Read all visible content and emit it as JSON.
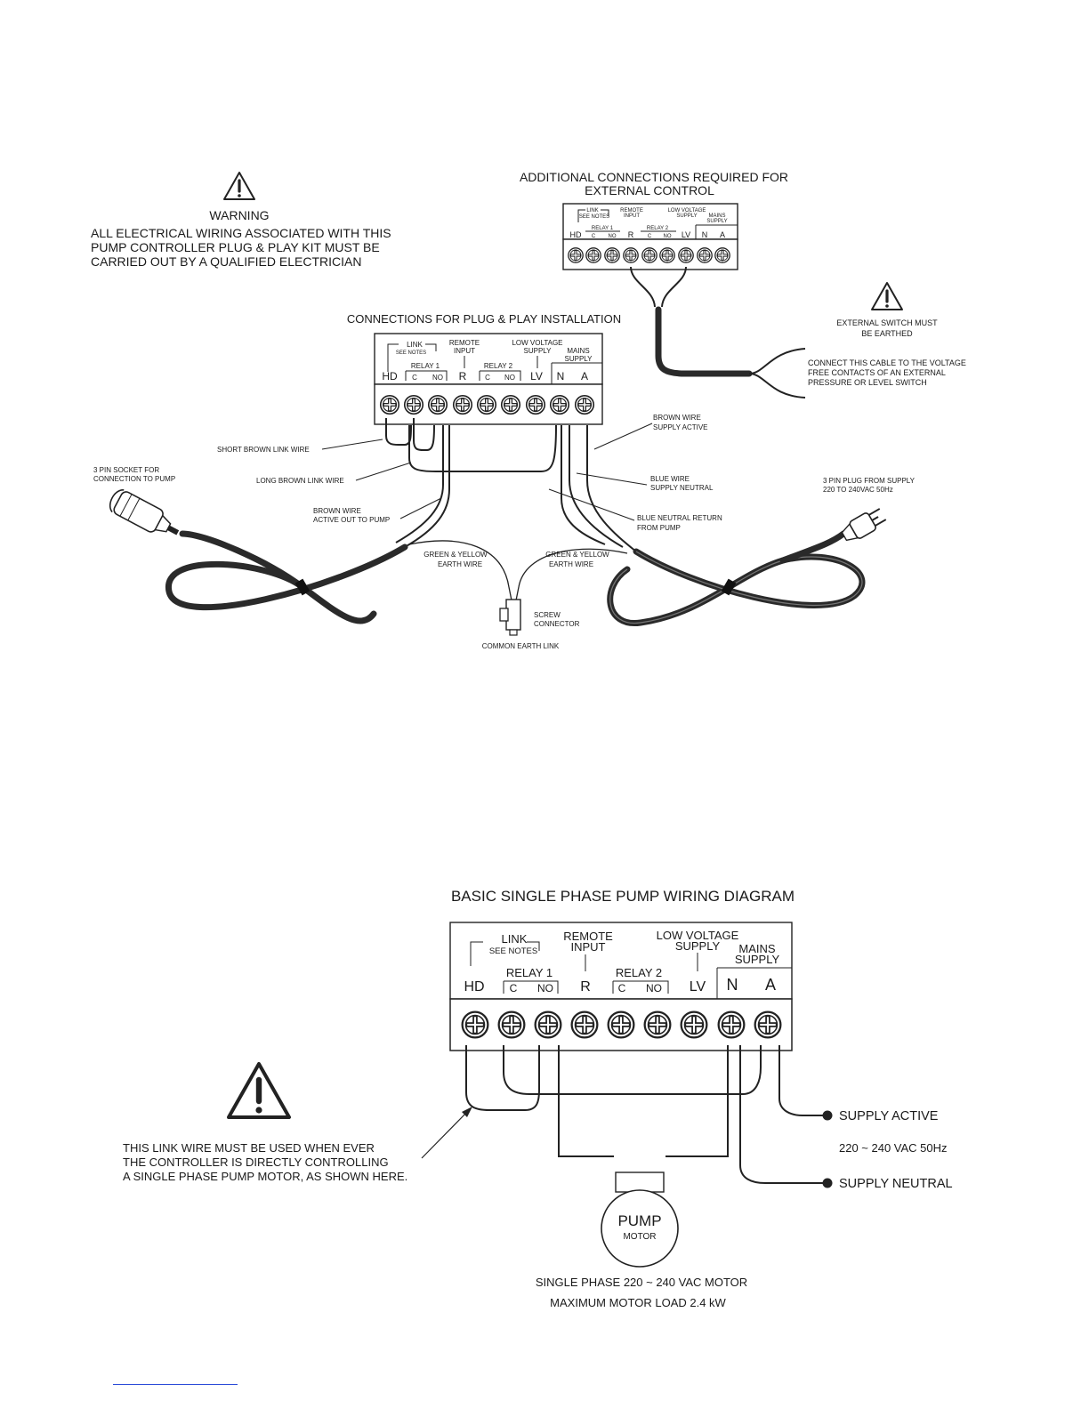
{
  "warning": {
    "title": "WARNING",
    "lines": [
      "ALL ELECTRICAL WIRING ASSOCIATED WITH THIS",
      "PUMP CONTROLLER PLUG & PLAY KIT MUST BE",
      "CARRIED OUT BY A QUALIFIED ELECTRICIAN"
    ]
  },
  "external": {
    "title_lines": [
      "ADDITIONAL CONNECTIONS REQUIRED FOR",
      "EXTERNAL CONTROL"
    ],
    "switch_note": [
      "EXTERNAL SWITCH MUST",
      "BE EARTHED"
    ],
    "cable_note": [
      "CONNECT THIS CABLE TO THE VOLTAGE",
      "FREE CONTACTS OF AN EXTERNAL",
      "PRESSURE OR LEVEL SWITCH"
    ]
  },
  "terminal_block": {
    "link_label": "LINK",
    "see_notes": "SEE NOTES",
    "remote_input": [
      "REMOTE",
      "INPUT"
    ],
    "low_voltage_supply": [
      "LOW VOLTAGE",
      "SUPPLY"
    ],
    "mains_supply": [
      "MAINS",
      "SUPPLY"
    ],
    "relay1": "RELAY 1",
    "relay2": "RELAY 2",
    "terminals": [
      "HD",
      "C",
      "NO",
      "R",
      "C",
      "NO",
      "LV",
      "N",
      "A"
    ]
  },
  "plugplay": {
    "title": "CONNECTIONS FOR PLUG & PLAY INSTALLATION",
    "labels": {
      "short_link": "SHORT BROWN LINK WIRE",
      "long_link": "LONG BROWN LINK WIRE",
      "brown_active_out": [
        "BROWN WIRE",
        "ACTIVE OUT TO PUMP"
      ],
      "socket": [
        "3 PIN SOCKET FOR",
        "CONNECTION TO PUMP"
      ],
      "brown_supply": [
        "BROWN WIRE",
        "SUPPLY ACTIVE"
      ],
      "blue_supply": [
        "BLUE WIRE",
        "SUPPLY NEUTRAL"
      ],
      "blue_return": [
        "BLUE NEUTRAL RETURN",
        "FROM PUMP"
      ],
      "plug": [
        "3 PIN PLUG FROM SUPPLY",
        "220 TO 240VAC 50Hz"
      ],
      "earth_left": [
        "GREEN & YELLOW",
        "EARTH WIRE"
      ],
      "earth_right": [
        "GREEN & YELLOW",
        "EARTH WIRE"
      ],
      "screw": [
        "SCREW",
        "CONNECTOR"
      ],
      "common_earth": "COMMON EARTH LINK"
    }
  },
  "basic": {
    "title": "BASIC SINGLE PHASE PUMP WIRING DIAGRAM",
    "link_note": [
      "THIS LINK WIRE MUST BE USED WHEN EVER",
      "THE CONTROLLER IS DIRECTLY CONTROLLING",
      "A SINGLE PHASE PUMP MOTOR, AS SHOWN HERE."
    ],
    "supply_active": "SUPPLY ACTIVE",
    "supply_voltage": "220 ~ 240 VAC 50Hz",
    "supply_neutral": "SUPPLY NEUTRAL",
    "pump": "PUMP",
    "motor": "MOTOR",
    "motor_spec": "SINGLE PHASE 220 ~ 240 VAC MOTOR",
    "max_load": "MAXIMUM MOTOR LOAD 2.4 kW"
  }
}
